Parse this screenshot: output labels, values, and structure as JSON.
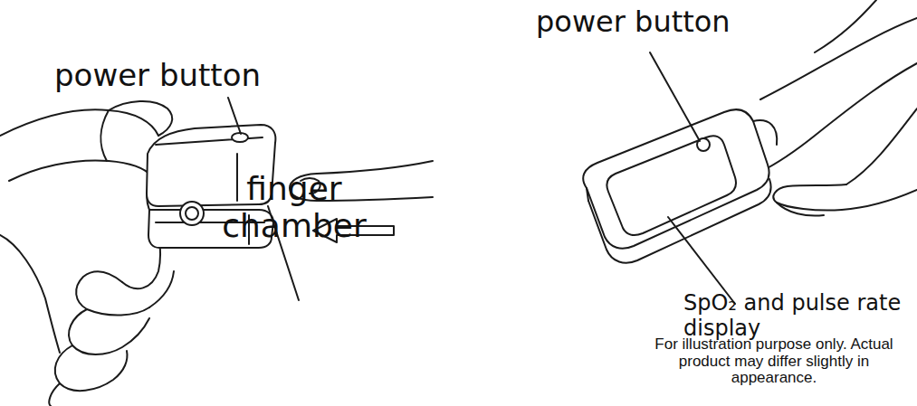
{
  "diagram": {
    "labels": [
      "power button",
      "finger chamber",
      "power button",
      "SpO₂ and pulse rate display",
      "For illustration purpose only. Actual product may differ slightly in appearance."
    ]
  }
}
